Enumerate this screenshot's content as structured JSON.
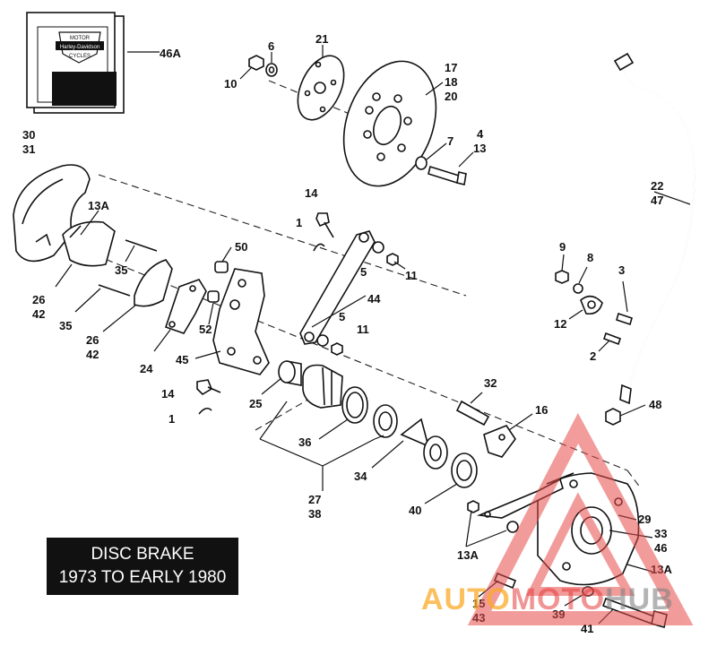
{
  "title": {
    "line1": "DISC BRAKE",
    "line2": "1973 TO EARLY 1980"
  },
  "logo": {
    "text_top": "MOTOR",
    "text_mid": "Harley-Davidson",
    "text_bot": "CYCLES"
  },
  "watermark": {
    "part1": "AUTO",
    "part2": "MOTO",
    "part3": "HUB"
  },
  "callouts": [
    {
      "id": "c46a",
      "text": "46A"
    },
    {
      "id": "c6",
      "text": "6"
    },
    {
      "id": "c10",
      "text": "10"
    },
    {
      "id": "c21",
      "text": "21"
    },
    {
      "id": "c17",
      "text": "17"
    },
    {
      "id": "c18",
      "text": "18"
    },
    {
      "id": "c20",
      "text": "20"
    },
    {
      "id": "c7",
      "text": "7"
    },
    {
      "id": "c4",
      "text": "4"
    },
    {
      "id": "c13",
      "text": "13"
    },
    {
      "id": "c30",
      "text": "30"
    },
    {
      "id": "c31",
      "text": "31"
    },
    {
      "id": "c13a1",
      "text": "13A"
    },
    {
      "id": "c14a",
      "text": "14"
    },
    {
      "id": "c1a",
      "text": "1"
    },
    {
      "id": "c50",
      "text": "50"
    },
    {
      "id": "c5a",
      "text": "5"
    },
    {
      "id": "c11a",
      "text": "11"
    },
    {
      "id": "c35a",
      "text": "35"
    },
    {
      "id": "c26a",
      "text": "26"
    },
    {
      "id": "c42a",
      "text": "42"
    },
    {
      "id": "c35b",
      "text": "35"
    },
    {
      "id": "c26b",
      "text": "26"
    },
    {
      "id": "c42b",
      "text": "42"
    },
    {
      "id": "c44",
      "text": "44"
    },
    {
      "id": "c5b",
      "text": "5"
    },
    {
      "id": "c11b",
      "text": "11"
    },
    {
      "id": "c52",
      "text": "52"
    },
    {
      "id": "c24",
      "text": "24"
    },
    {
      "id": "c45",
      "text": "45"
    },
    {
      "id": "c14b",
      "text": "14"
    },
    {
      "id": "c1b",
      "text": "1"
    },
    {
      "id": "c25",
      "text": "25"
    },
    {
      "id": "c36",
      "text": "36"
    },
    {
      "id": "c34",
      "text": "34"
    },
    {
      "id": "c27",
      "text": "27"
    },
    {
      "id": "c38",
      "text": "38"
    },
    {
      "id": "c40",
      "text": "40"
    },
    {
      "id": "c32",
      "text": "32"
    },
    {
      "id": "c16",
      "text": "16"
    },
    {
      "id": "c22",
      "text": "22"
    },
    {
      "id": "c47",
      "text": "47"
    },
    {
      "id": "c9",
      "text": "9"
    },
    {
      "id": "c8",
      "text": "8"
    },
    {
      "id": "c3",
      "text": "3"
    },
    {
      "id": "c12",
      "text": "12"
    },
    {
      "id": "c2",
      "text": "2"
    },
    {
      "id": "c48",
      "text": "48"
    },
    {
      "id": "c29",
      "text": "29"
    },
    {
      "id": "c33",
      "text": "33"
    },
    {
      "id": "c46",
      "text": "46"
    },
    {
      "id": "c13a2",
      "text": "13A"
    },
    {
      "id": "c13a3",
      "text": "13A"
    },
    {
      "id": "c15",
      "text": "15"
    },
    {
      "id": "c43",
      "text": "43"
    },
    {
      "id": "c39",
      "text": "39"
    },
    {
      "id": "c41",
      "text": "41"
    }
  ]
}
